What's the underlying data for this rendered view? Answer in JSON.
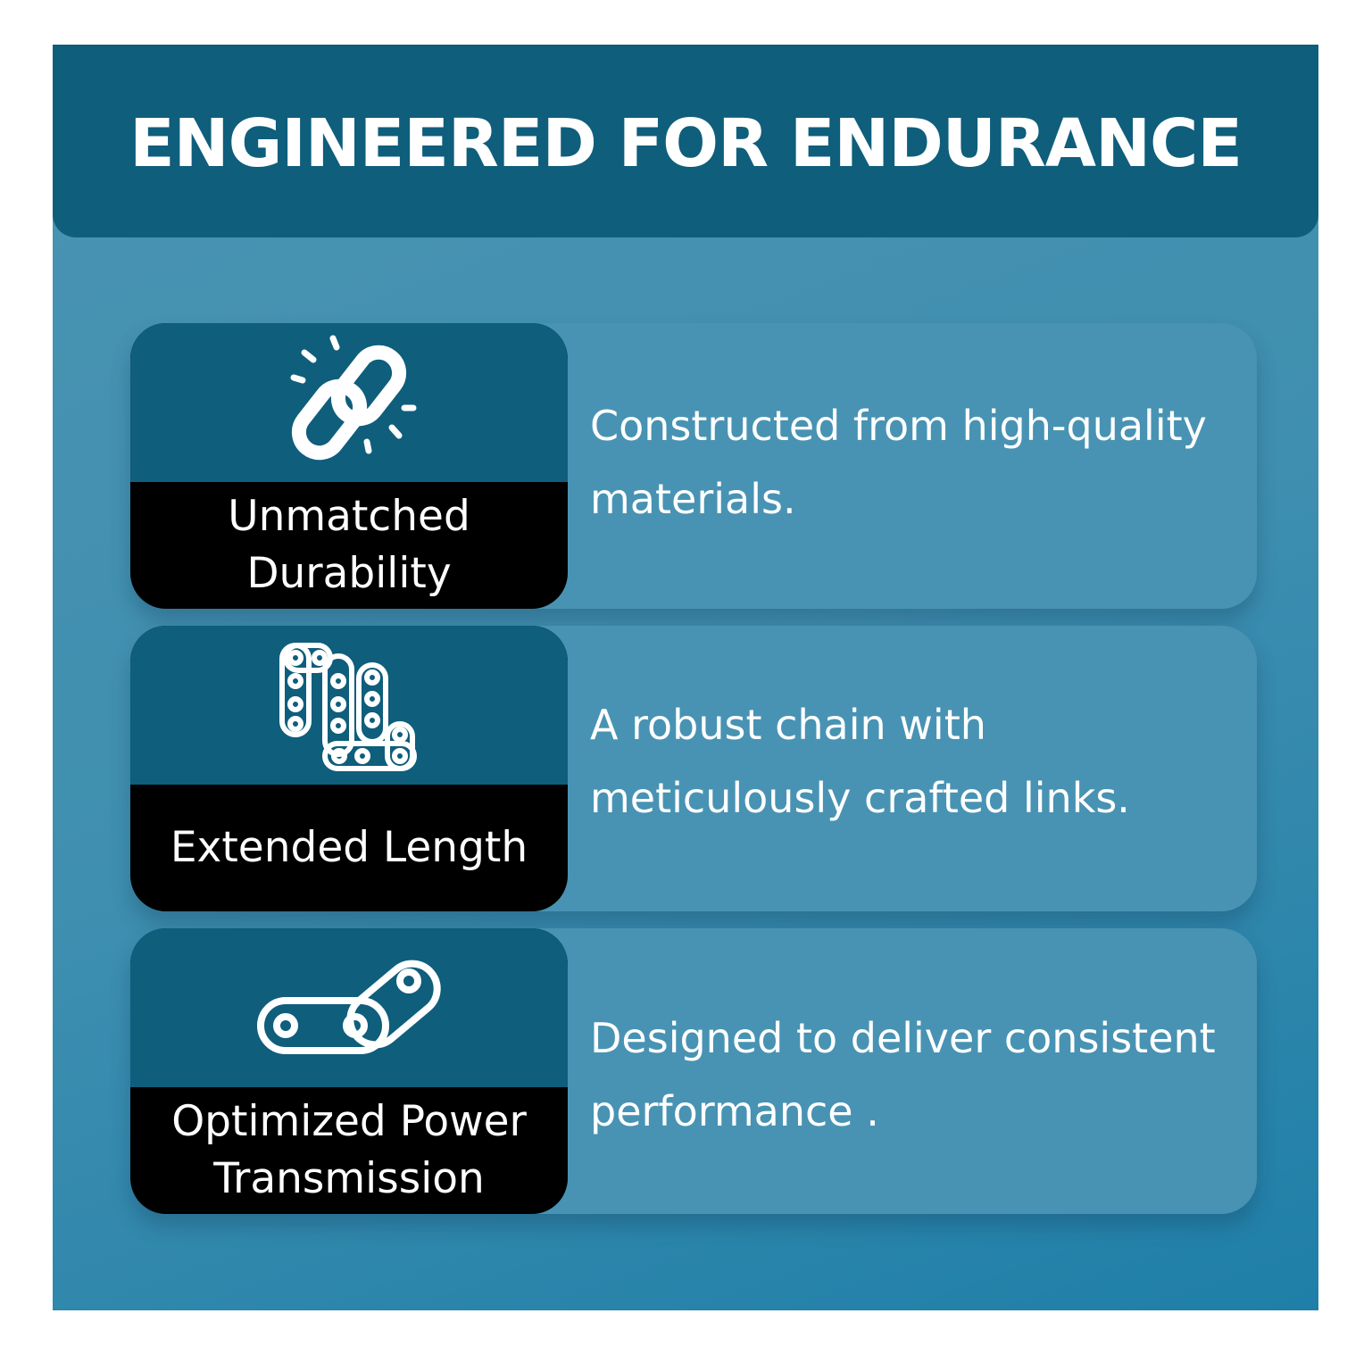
{
  "title": "ENGINEERED FOR ENDURANCE",
  "features": [
    {
      "label": "Unmatched Durability",
      "icon": "broken-chain-link-icon",
      "description": "Constructed from high-quality materials."
    },
    {
      "label": "Extended Length",
      "icon": "long-chain-icon",
      "description": "A robust chain with meticulously crafted links."
    },
    {
      "label": "Optimized Power Transmission",
      "icon": "chain-segment-icon",
      "description": "Designed to deliver consistent performance ."
    }
  ],
  "colors": {
    "header": "#0e5e7c",
    "background": "#4893b3",
    "label_background": "#000000",
    "text": "#ffffff"
  }
}
